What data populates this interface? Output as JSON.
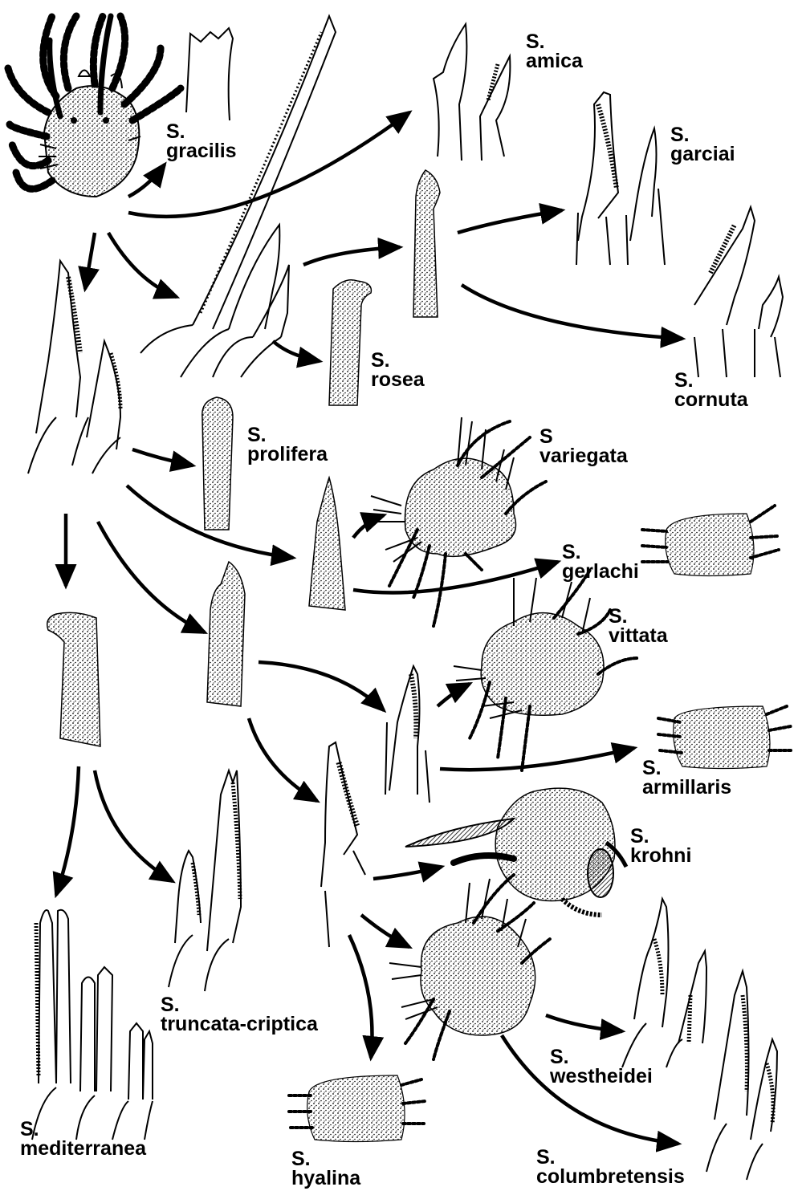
{
  "species": [
    {
      "id": "gracilis",
      "genus": "S.",
      "name": "gracilis"
    },
    {
      "id": "amica",
      "genus": "S.",
      "name": "amica"
    },
    {
      "id": "garciai",
      "genus": "S.",
      "name": "garciai"
    },
    {
      "id": "rosea",
      "genus": "S.",
      "name": "rosea"
    },
    {
      "id": "cornuta",
      "genus": "S.",
      "name": "cornuta"
    },
    {
      "id": "prolifera",
      "genus": "S.",
      "name": "prolifera"
    },
    {
      "id": "variegata",
      "genus": "S",
      "name": "variegata"
    },
    {
      "id": "gerlachi",
      "genus": "S.",
      "name": "gerlachi"
    },
    {
      "id": "vittata",
      "genus": "S.",
      "name": "vittata"
    },
    {
      "id": "armillaris",
      "genus": "S.",
      "name": "armillaris"
    },
    {
      "id": "krohni",
      "genus": "S.",
      "name": "krohni"
    },
    {
      "id": "truncata_criptica",
      "genus": "S.",
      "name": "truncata-criptica"
    },
    {
      "id": "westheidei",
      "genus": "S.",
      "name": "westheidei"
    },
    {
      "id": "mediterranea",
      "genus": "S.",
      "name": "mediterranea"
    },
    {
      "id": "hyalina",
      "genus": "S.",
      "name": "hyalina"
    },
    {
      "id": "columbretensis",
      "genus": "S.",
      "name": "columbretensis"
    }
  ],
  "colors": {
    "ink": "#000000",
    "paper": "#ffffff"
  }
}
